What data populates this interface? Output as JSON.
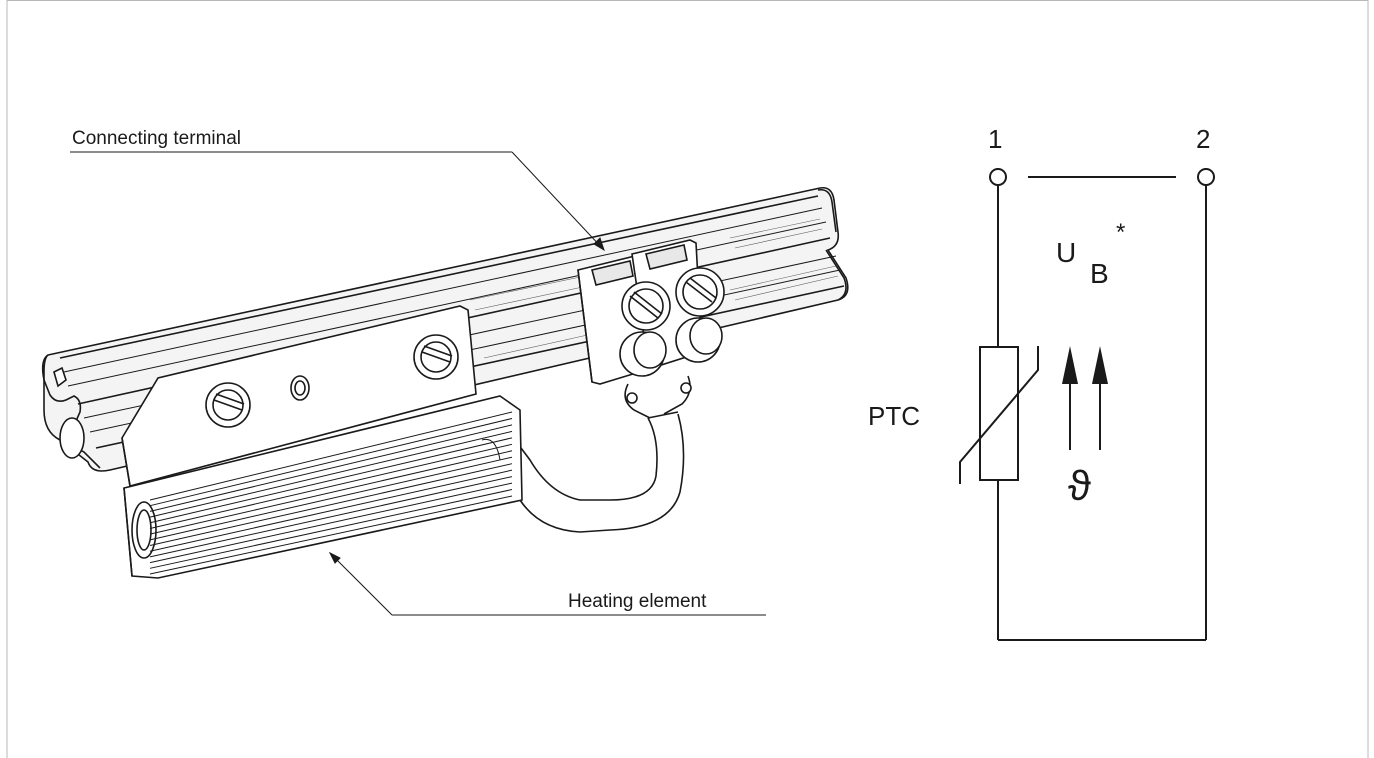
{
  "callouts": {
    "connecting_terminal": "Connecting terminal",
    "heating_element": "Heating element"
  },
  "schematic": {
    "terminal_1": "1",
    "terminal_2": "2",
    "voltage_symbol": "U",
    "voltage_subscript": "B",
    "voltage_footnote_mark": "*",
    "resistor_label": "PTC",
    "temperature_symbol": "ϑ"
  },
  "colors": {
    "line": "#1a1a1a",
    "border": "#b8b8b8",
    "metal_light": "#ececec",
    "metal_mid": "#d9d9d9"
  }
}
